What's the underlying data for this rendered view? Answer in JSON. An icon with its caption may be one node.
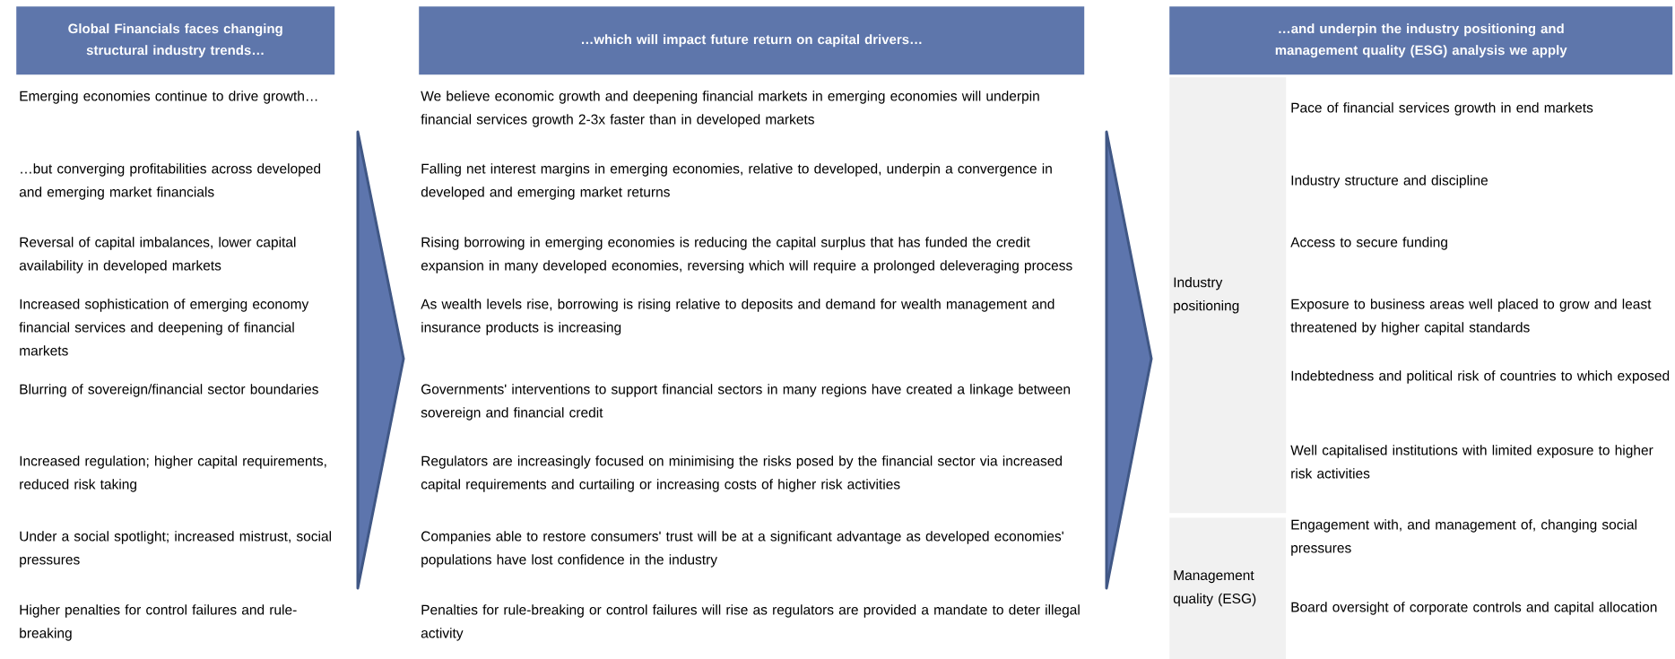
{
  "diagram": {
    "nodes": [
      {
        "text": [
          "Global Financials faces changing structural industry trends…"
        ]
      },
      {
        "text": [
          "…which will impact future return on capital drivers…"
        ]
      },
      {
        "text": [
          "…and underpin the industry positioning and management quality (ESG) analysis we apply"
        ]
      },
      {
        "text": [
          "Industry positioning"
        ]
      },
      {
        "text": [
          "Management quality (ESG)"
        ]
      }
    ],
    "edges": [],
    "labels": [
      "Emerging economies continue to drive growth…",
      "…but converging profitabilities across developed and emerging market financials",
      "Reversal of capital imbalances, lower capital availability in developed markets",
      "Increased sophistication of emerging economy financial services and deepening of financial markets",
      "Blurring of sovereign/financial sector boundaries",
      "Increased regulation; higher capital requirements, reduced risk taking",
      "Under a social spotlight; increased mistrust, social pressures",
      "Higher penalties for control failures and rule-breaking",
      "We believe economic growth and deepening financial markets in emerging economies will underpin financial services growth 2-3x faster than in developed markets",
      "Falling net interest margins in emerging economies, relative to developed, underpin a convergence in developed and emerging market returns",
      "Rising borrowing in emerging economies is reducing the capital surplus that has funded the credit expansion in many developed economies, reversing which will require a prolonged deleveraging process",
      "As wealth levels rise, borrowing is rising relative to deposits and demand for wealth management and insurance products is increasing",
      "Governments' interventions to support financial sectors in many regions have created a linkage between sovereign and financial credit",
      "Regulators are increasingly focused on minimising the risks posed by the financial sector via increased capital requirements and curtailing or increasing costs of higher risk activities",
      "Companies able to restore consumers' trust will be at a significant advantage as developed economies' populations have lost confidence in the industry",
      "Penalties for rule-breaking or control failures will rise as regulators are provided a mandate to deter illegal activity",
      "Pace of financial services growth in end markets",
      "Industry structure and discipline",
      "Access to secure funding",
      "Exposure to business areas well placed to grow and least threatened by higher capital standards",
      "Indebtedness and political risk of countries to which exposed",
      "Well capitalised institutions with limited exposure to higher risk activities",
      "Engagement with, and management of, changing social pressures",
      "Board oversight of corporate controls and capital allocation"
    ]
  }
}
